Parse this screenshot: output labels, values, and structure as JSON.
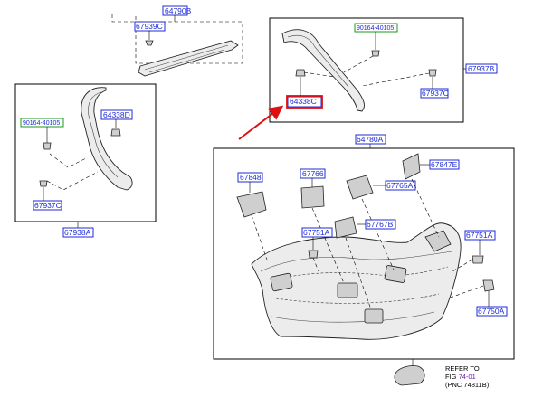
{
  "labels": {
    "p64790B": "64790B",
    "p67939C": "67939C",
    "p90164_top": "90164-40105",
    "p64338C": "64338C",
    "p67937C_top": "67937C",
    "p67937B": "67937B",
    "p64338D": "64338D",
    "p90164_left": "90164-40105",
    "p67937C_left": "67937C",
    "p67938A": "67938A",
    "p64780A": "64780A",
    "p67848": "67848",
    "p67766": "67766",
    "p67765A": "67765A",
    "p67847E": "67847E",
    "p67767B": "67767B",
    "p67751A_mid": "67751A",
    "p67751A_right": "67751A",
    "p67750A": "67750A"
  },
  "refer": {
    "line1": "REFER TO",
    "fig_prefix": "FIG ",
    "fig_num": "74-01",
    "line3": "(PNC 74811B)"
  },
  "colors": {
    "part_number": "#1e2bd6",
    "standard_part_box": "#1a9a1a",
    "highlight": "#e01010",
    "figure_link": "#6a1fa8"
  },
  "highlighted_part": "64338C"
}
